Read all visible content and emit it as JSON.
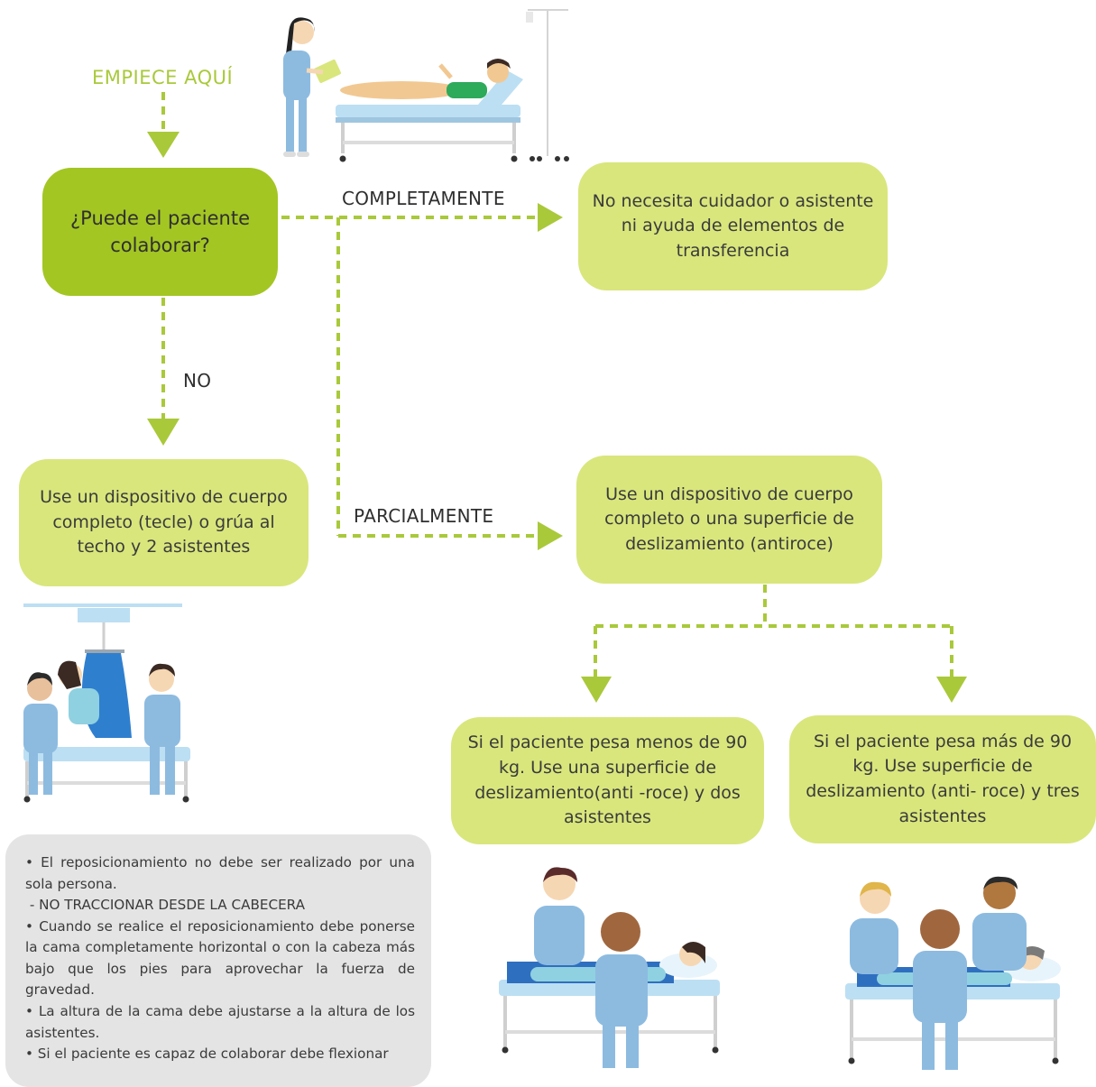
{
  "start_label": "EMPIECE AQUÍ",
  "question": "¿Puede el paciente colaborar?",
  "branches": {
    "completely": "COMPLETAMENTE",
    "no": "NO",
    "partially": "PARCIALMENTE"
  },
  "outcomes": {
    "no_help": "No necesita cuidador o asistente ni ayuda de elementos de transferencia",
    "full_body": "Use un dispositivo de cuerpo completo (tecle) o grúa al techo y 2 asistentes",
    "partial": "Use un dispositivo de cuerpo completo o una superficie de deslizamiento (antiroce)",
    "under_90": "Si el paciente pesa menos de 90 kg. Use una superficie de deslizamiento(anti -roce) y dos asistentes",
    "over_90": "Si el paciente pesa más de 90 kg. Use superficie de deslizamiento (anti- roce) y tres asistentes"
  },
  "notes": [
    "• El reposicionamiento no debe ser realizado por una sola persona.",
    " - NO TRACCIONAR DESDE LA CABECERA",
    "• Cuando se realice el reposicionamiento debe ponerse la cama completamente horizontal o con la cabeza más bajo que los pies para aprovechar la fuerza de gravedad.",
    "• La altura de la cama debe ajustarse a la altura de los asistentes.",
    "• Si el paciente es capaz de colaborar debe flexionar"
  ],
  "colors": {
    "dark_green": "#a3c623",
    "light_green": "#d9e67c",
    "arrow_green": "#a9c93b",
    "scrub_blue": "#7aaed8",
    "notes_bg": "#e4e4e4"
  }
}
